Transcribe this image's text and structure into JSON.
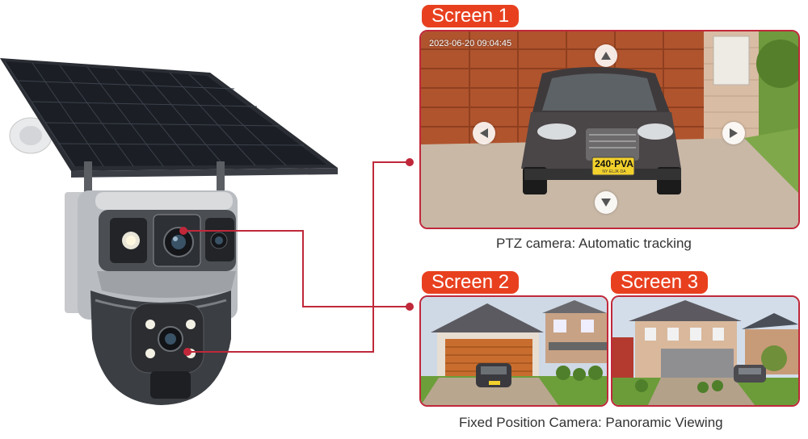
{
  "screen1": {
    "tag": "Screen 1",
    "timestamp": "2023-06-20 09:04:45",
    "plate": "240·PVA",
    "plate_sub": "NY·ELJK·DA",
    "caption": "PTZ camera: Automatic tracking",
    "arrows": [
      "arrow-up-icon",
      "arrow-down-icon",
      "arrow-left-icon",
      "arrow-right-icon"
    ]
  },
  "screen2": {
    "tag": "Screen 2"
  },
  "screen3": {
    "tag": "Screen 3"
  },
  "bottom_caption": "Fixed Position Camera: Panoramic Viewing",
  "colors": {
    "tag_bg": "#e8401f",
    "frame_border": "#c0283a",
    "connector": "#c0283a"
  }
}
